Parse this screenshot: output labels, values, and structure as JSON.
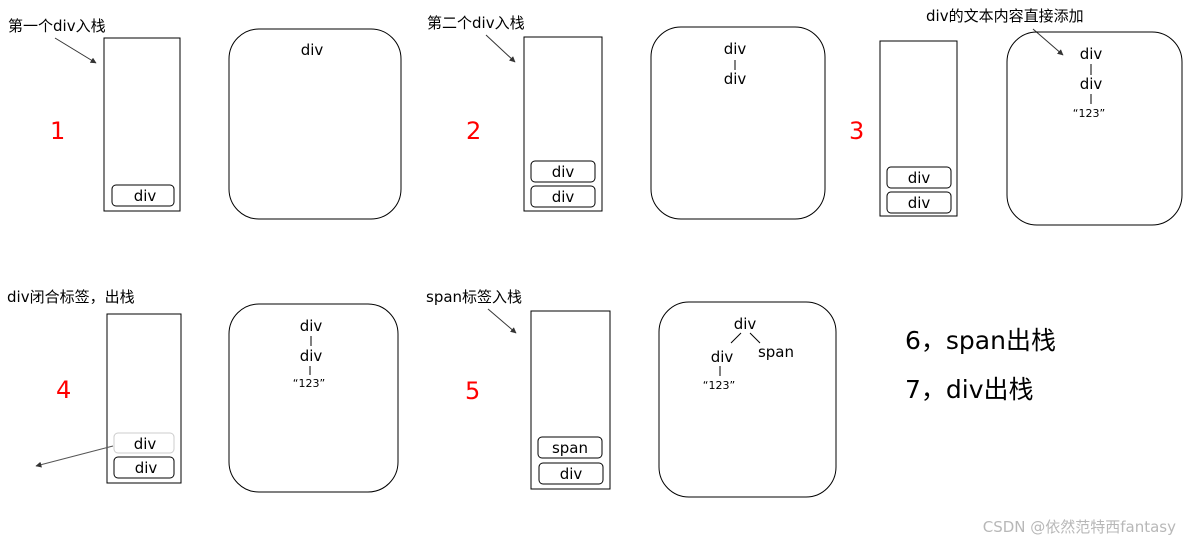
{
  "panels": [
    {
      "caption": "第一个div入栈",
      "number": "1",
      "stack": [
        "div"
      ],
      "tree": {
        "top": "div"
      }
    },
    {
      "caption": "第二个div入栈",
      "number": "2",
      "stack": [
        "div",
        "div"
      ],
      "tree": {
        "top": "div",
        "child": "div"
      }
    },
    {
      "caption": "div的文本内容直接添加",
      "number": "3",
      "stack": [
        "div",
        "div"
      ],
      "tree": {
        "top": "div",
        "child": "div",
        "text": "“123”"
      }
    },
    {
      "caption": "div闭合标签，出栈",
      "number": "4",
      "stack": [
        "div",
        "div"
      ],
      "tree": {
        "top": "div",
        "child": "div",
        "text": "“123”"
      }
    },
    {
      "caption": "span标签入栈",
      "number": "5",
      "stack": [
        "span",
        "div"
      ],
      "tree": {
        "top": "div",
        "child_left": "div",
        "child_right": "span",
        "text": "“123”"
      }
    }
  ],
  "notes": [
    "6，span出栈",
    "7，div出栈"
  ],
  "watermark": "CSDN @依然范特西fantasy",
  "colors": {
    "number": "#ff0000",
    "stroke": "#000000",
    "arrow": "#555555",
    "watermark": "#b8b8b8"
  }
}
